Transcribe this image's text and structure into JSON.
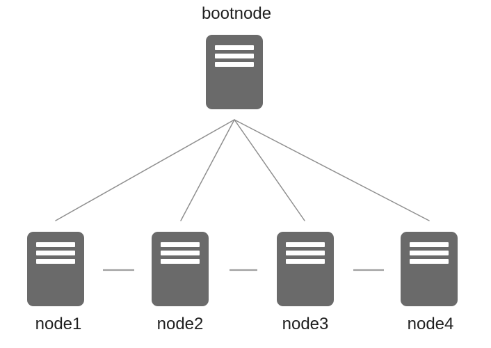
{
  "diagram": {
    "type": "network-topology",
    "nodes": [
      {
        "id": "bootnode",
        "label": "bootnode",
        "icon": "server-icon"
      },
      {
        "id": "node1",
        "label": "node1",
        "icon": "server-icon"
      },
      {
        "id": "node2",
        "label": "node2",
        "icon": "server-icon"
      },
      {
        "id": "node3",
        "label": "node3",
        "icon": "server-icon"
      },
      {
        "id": "node4",
        "label": "node4",
        "icon": "server-icon"
      }
    ],
    "edges": [
      {
        "from": "bootnode",
        "to": "node1",
        "style": "solid"
      },
      {
        "from": "bootnode",
        "to": "node2",
        "style": "solid"
      },
      {
        "from": "bootnode",
        "to": "node3",
        "style": "solid"
      },
      {
        "from": "bootnode",
        "to": "node4",
        "style": "solid"
      },
      {
        "from": "node1",
        "to": "node2",
        "style": "dash"
      },
      {
        "from": "node2",
        "to": "node3",
        "style": "dash"
      },
      {
        "from": "node3",
        "to": "node4",
        "style": "dash"
      }
    ]
  },
  "theme": {
    "background": "#ffffff",
    "server_fill": "#6a6a6a",
    "server_slat": "#ffffff",
    "edge_line": "#8f8f8f",
    "label_color": "#1f1f1f"
  }
}
